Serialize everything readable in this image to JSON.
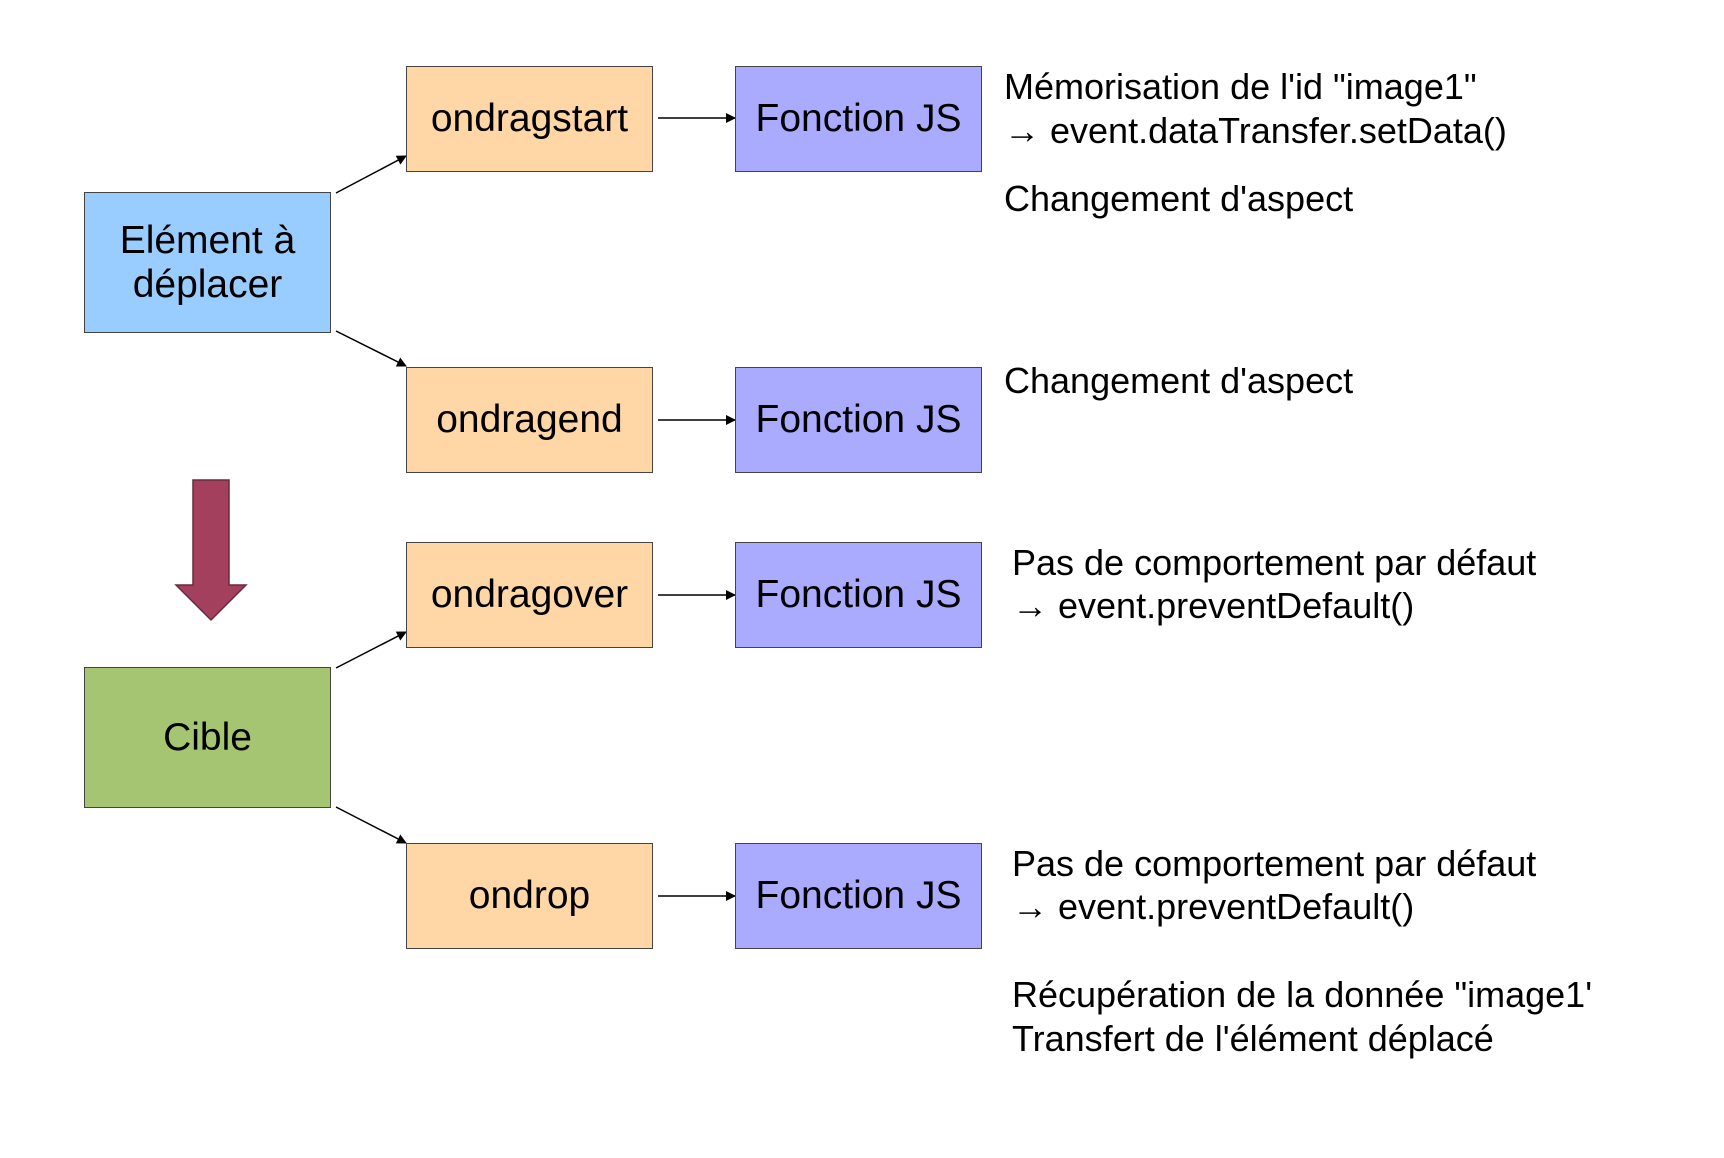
{
  "colors": {
    "source": "#99ccff",
    "target": "#a6c573",
    "event": "#ffd6a6",
    "function": "#aaaaff",
    "flow_arrow": "#a3405e"
  },
  "source": {
    "line1": "Elément à",
    "line2": "déplacer"
  },
  "target": {
    "label": "Cible"
  },
  "rows": [
    {
      "event": "ondragstart",
      "function": "Fonction JS"
    },
    {
      "event": "ondragend",
      "function": "Fonction JS"
    },
    {
      "event": "ondragover",
      "function": "Fonction JS"
    },
    {
      "event": "ondrop",
      "function": "Fonction JS"
    }
  ],
  "notes": {
    "dragstart_1": "Mémorisation de l'id \"image1\"",
    "dragstart_2": "→ event.dataTransfer.setData()",
    "dragstart_3": "Changement d'aspect",
    "dragend_1": "Changement d'aspect",
    "dragover_1": "Pas de comportement par défaut",
    "dragover_2": "→ event.preventDefault()",
    "drop_1": "Pas de comportement par défaut",
    "drop_2": "→ event.preventDefault()",
    "drop_3": "Récupération de la donnée \"image1'",
    "drop_4": "Transfert de l'élément déplacé"
  }
}
